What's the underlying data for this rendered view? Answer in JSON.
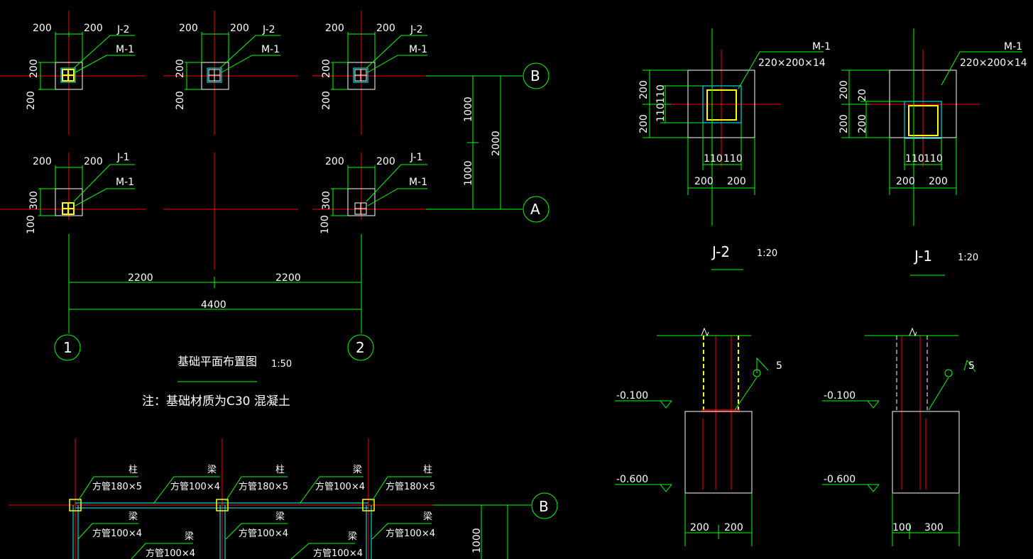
{
  "plan": {
    "title": "基础平面布置图",
    "scale": "1:50",
    "note": "注：基础材质为C30 混凝土",
    "foundation_j2": "J-2",
    "foundation_j1": "J-1",
    "plate": "M-1",
    "dim_200": "200",
    "dim_300": "300",
    "dim_100": "100",
    "dim_1000": "1000",
    "dim_2000": "2000",
    "dim_2200": "2200",
    "dim_4400": "4400",
    "axis_a": "A",
    "axis_b": "B",
    "axis_1": "1",
    "axis_2": "2"
  },
  "details": {
    "j2_title": "J-2",
    "j1_title": "J-1",
    "scale": "1:20",
    "plate_label": "M-1",
    "plate_spec": "220×200×14",
    "dim_110": "110",
    "dim_200": "200",
    "dim_20": "20",
    "dim_100": "100",
    "dim_300": "300",
    "elev_top": "-0.100",
    "elev_bottom": "-0.600",
    "weld_size": "5"
  },
  "frame": {
    "column_label": "柱",
    "beam_label": "梁",
    "column_spec": "方管180×5",
    "beam_spec": "方管100×4",
    "axis_b": "B",
    "dim_1000": "1000"
  },
  "colors": {
    "background": "#000000",
    "dimension": "#00ff00",
    "axis": "#ff0000",
    "plate": "#ffff00",
    "steel": "#00ffff",
    "text": "#ffffff"
  }
}
